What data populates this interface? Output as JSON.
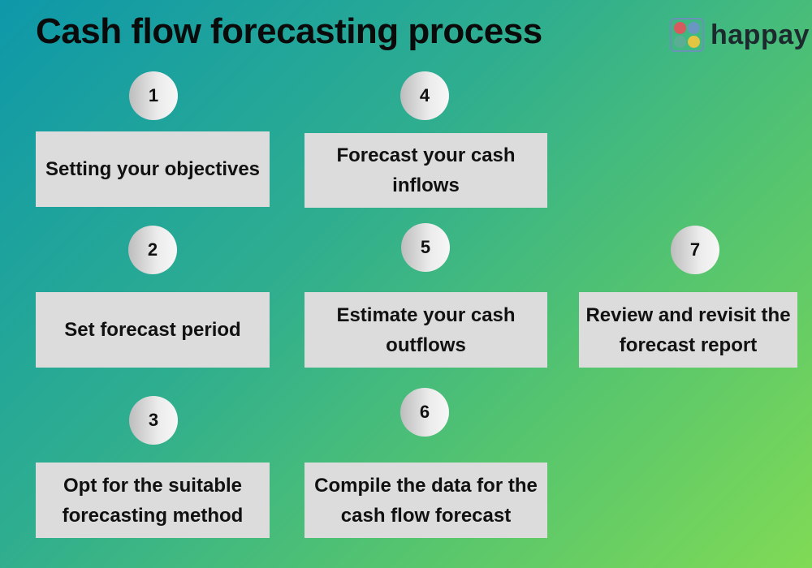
{
  "title": "Cash flow forecasting process",
  "logo": {
    "text": "happay",
    "colors": [
      "#e8525a",
      "#6f94c8",
      "#5fae95",
      "#f5c73c"
    ]
  },
  "steps": [
    {
      "number": "1",
      "label": "Setting your objectives"
    },
    {
      "number": "2",
      "label": "Set forecast period"
    },
    {
      "number": "3",
      "label": "Opt for the suitable forecasting method"
    },
    {
      "number": "4",
      "label": "Forecast your cash inflows"
    },
    {
      "number": "5",
      "label": "Estimate your cash outflows"
    },
    {
      "number": "6",
      "label": "Compile the data for the cash flow forecast"
    },
    {
      "number": "7",
      "label": "Review and revisit the forecast report"
    }
  ]
}
